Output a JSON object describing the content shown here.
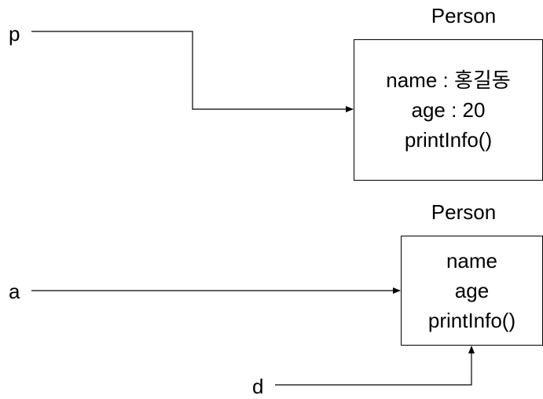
{
  "references": [
    {
      "id": "p",
      "label": "p"
    },
    {
      "id": "a",
      "label": "a"
    },
    {
      "id": "d",
      "label": "d"
    }
  ],
  "objects": [
    {
      "id": "person-1",
      "class_name": "Person",
      "members": [
        "name : 홍길동",
        "age : 20",
        "printInfo()"
      ]
    },
    {
      "id": "person-2",
      "class_name": "Person",
      "members": [
        "name",
        "age",
        "printInfo()"
      ]
    }
  ],
  "edges": [
    {
      "from": "p",
      "to": "person-1"
    },
    {
      "from": "a",
      "to": "person-2"
    },
    {
      "from": "d",
      "to": "person-2"
    }
  ],
  "colors": {
    "stroke": "#000000",
    "background": "#ffffff",
    "text": "#000000"
  }
}
